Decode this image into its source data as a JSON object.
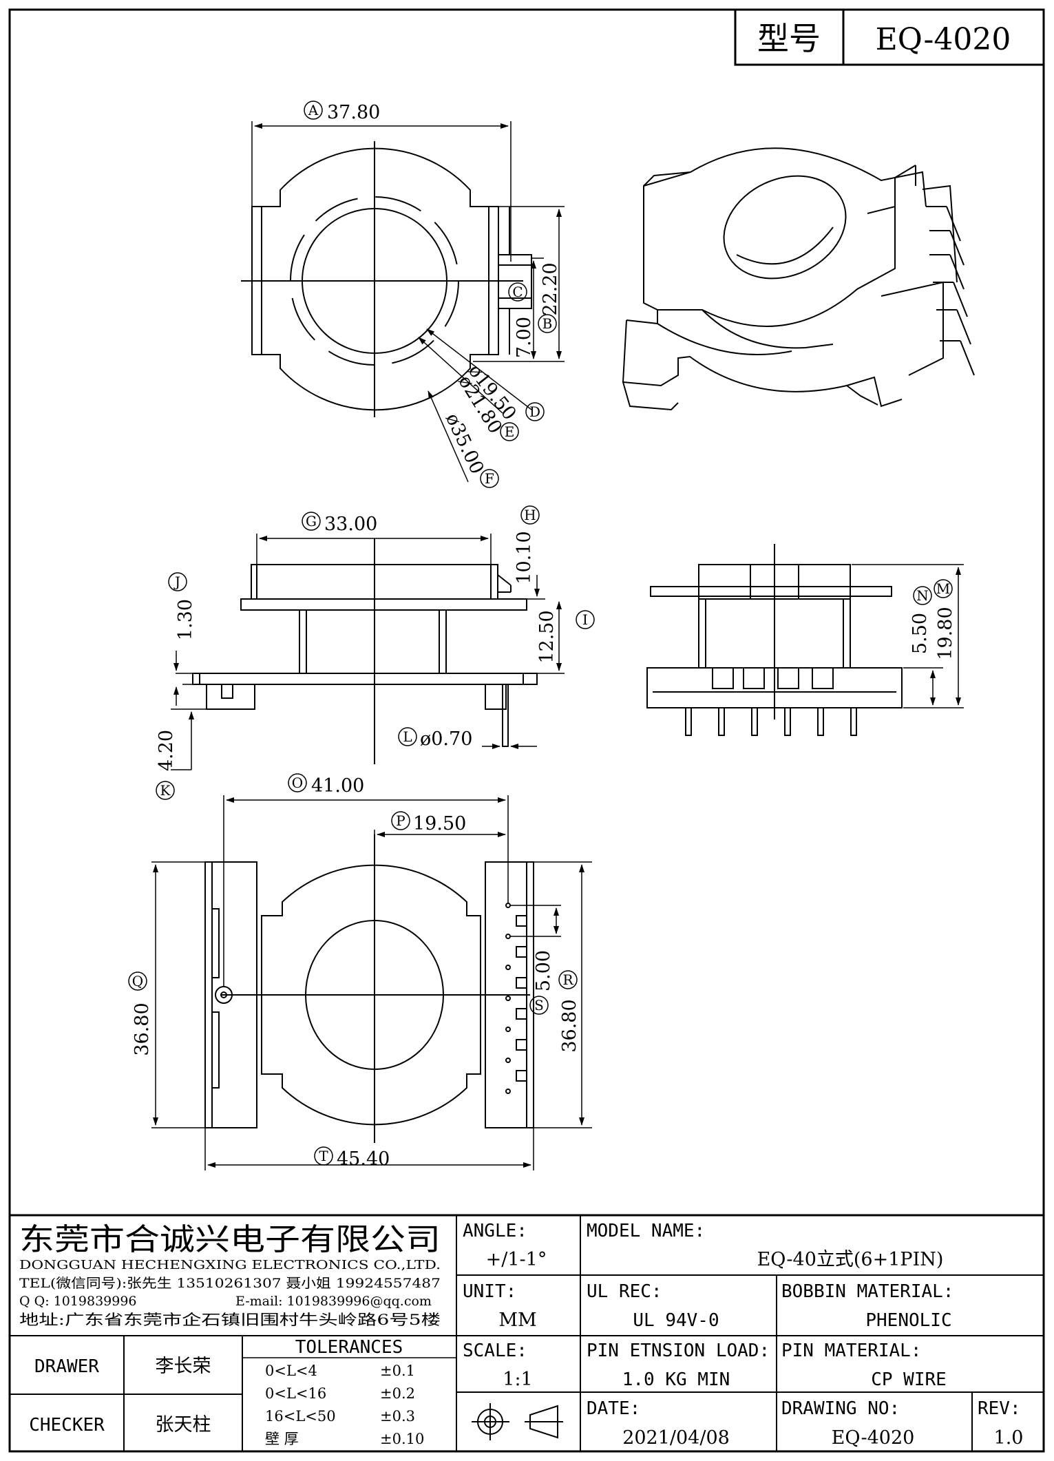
{
  "header": {
    "type_label": "型号",
    "model": "EQ-4020"
  },
  "dims": {
    "A": {
      "letter": "A",
      "value": "37.80"
    },
    "B": {
      "letter": "B",
      "value": "22.20"
    },
    "C": {
      "letter": "C",
      "value": "7.00"
    },
    "D": {
      "letter": "D",
      "value": "ø19.50"
    },
    "E": {
      "letter": "E",
      "value": "ø21.80"
    },
    "F": {
      "letter": "F",
      "value": "ø35.00"
    },
    "G": {
      "letter": "G",
      "value": "33.00"
    },
    "H": {
      "letter": "H",
      "value": "10.10"
    },
    "I": {
      "letter": "I",
      "value": "12.50"
    },
    "J": {
      "letter": "J",
      "value": "1.30"
    },
    "K": {
      "letter": "K",
      "value": "4.20"
    },
    "L": {
      "letter": "L",
      "value": "ø0.70"
    },
    "M": {
      "letter": "M",
      "value": "19.80"
    },
    "N": {
      "letter": "N",
      "value": "5.50"
    },
    "O": {
      "letter": "O",
      "value": "41.00"
    },
    "P": {
      "letter": "P",
      "value": "19.50"
    },
    "Q": {
      "letter": "Q",
      "value": "36.80"
    },
    "R": {
      "letter": "R",
      "value": "36.80"
    },
    "S": {
      "letter": "S",
      "value": "5.00"
    },
    "T": {
      "letter": "T",
      "value": "45.40"
    }
  },
  "company": {
    "name_cn": "东莞市合诚兴电子有限公司",
    "name_en": "DONGGUAN HECHENGXING ELECTRONICS CO.,LTD.",
    "tel": "TEL(微信同号):张先生 13510261307 聂小姐 19924557487",
    "qq": "Q Q: 1019839996",
    "email": "E-mail: 1019839996@qq.com",
    "address": "地址:广东省东莞市企石镇旧围村牛头岭路6号5楼"
  },
  "drawer": {
    "label": "DRAWER",
    "name": "李长荣"
  },
  "checker": {
    "label": "CHECKER",
    "name": "张天柱"
  },
  "tolerances": {
    "title": "TOLERANCES",
    "rows": [
      {
        "range": "0<L<4",
        "tol": "±0.1"
      },
      {
        "range": "0<L<16",
        "tol": "±0.2"
      },
      {
        "range": "16<L<50",
        "tol": "±0.3"
      },
      {
        "range": "壁  厚",
        "tol": "±0.10"
      }
    ]
  },
  "angle": {
    "label": "ANGLE:",
    "value": "+/1-1°"
  },
  "unit": {
    "label": "UNIT:",
    "value": "MM"
  },
  "scale": {
    "label": "SCALE:",
    "value": "1:1"
  },
  "model_name": {
    "label": "MODEL NAME:",
    "value": "EQ-40立式(6+1PIN)"
  },
  "ul_rec": {
    "label": "UL REC:",
    "value": "UL 94V-0"
  },
  "bobbin_material": {
    "label": "BOBBIN MATERIAL:",
    "value": "PHENOLIC"
  },
  "pin_tension": {
    "label": "PIN ETNSION LOAD:",
    "value": "1.0 KG MIN"
  },
  "pin_material": {
    "label": "PIN MATERIAL:",
    "value": "CP WIRE"
  },
  "date": {
    "label": "DATE:",
    "value": "2021/04/08"
  },
  "drawing_no": {
    "label": "DRAWING NO:",
    "value": "EQ-4020"
  },
  "rev": {
    "label": "REV:",
    "value": "1.0"
  }
}
